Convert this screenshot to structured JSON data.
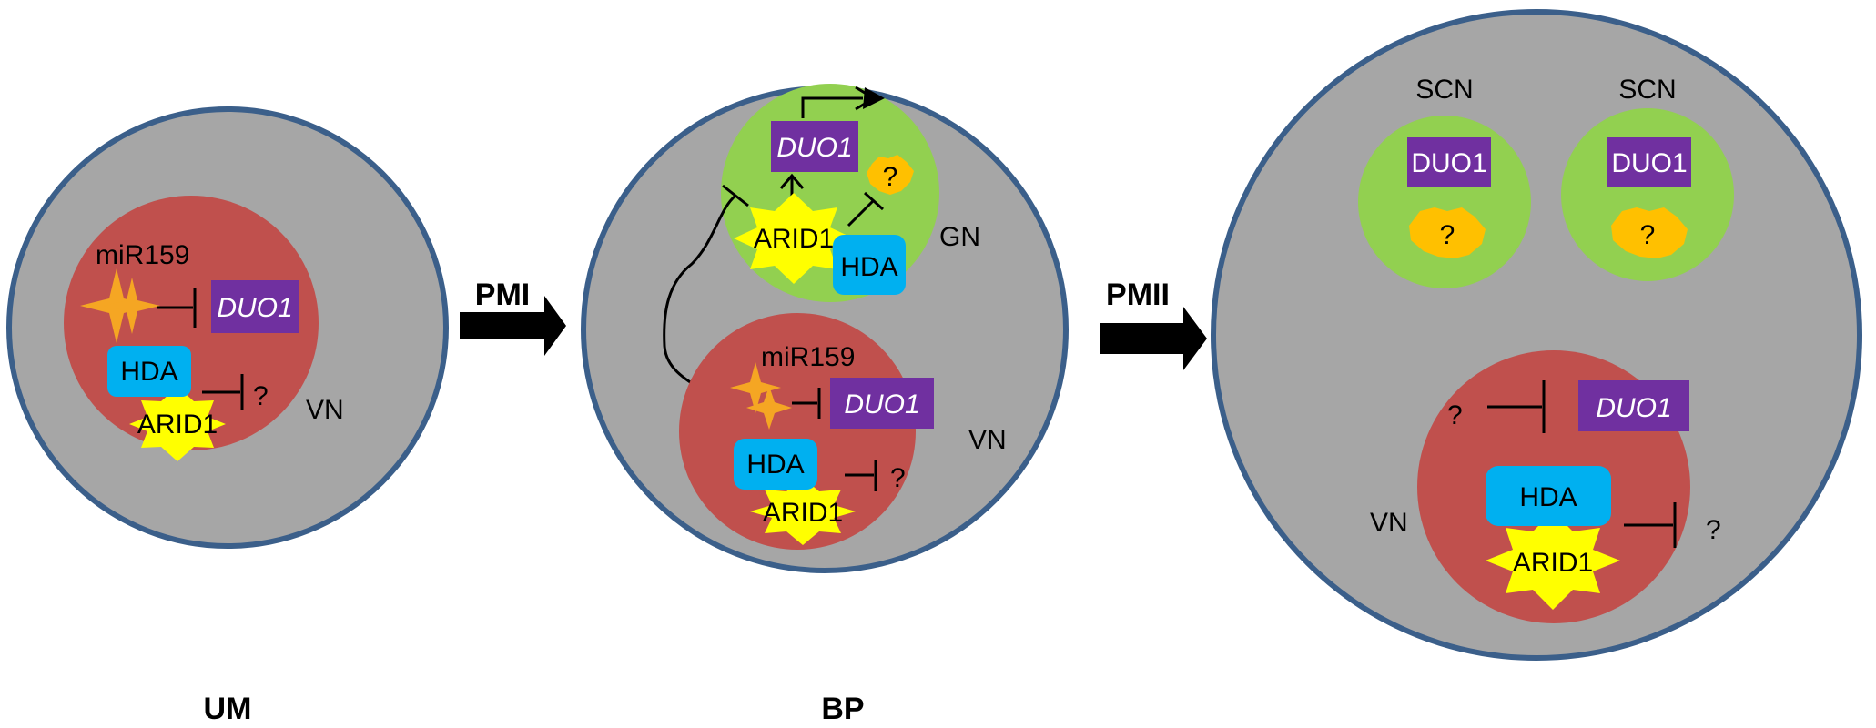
{
  "colors": {
    "cell_fill": "#a6a6a6",
    "cell_stroke": "#3b5f8a",
    "vn_fill": "#c0504d",
    "gn_fill": "#92d050",
    "duo1_fill": "#7030a0",
    "hda_fill": "#00b0f0",
    "arid1_fill": "#ffff00",
    "mir_fill": "#f5a623",
    "unknown_fill": "#ffc000"
  },
  "stages": {
    "um": "UM",
    "bp": "BP",
    "pmi": "PMI",
    "pmii": "PMII"
  },
  "labels": {
    "mir159": "miR159",
    "duo1": "DUO1",
    "hda": "HDA",
    "arid1": "ARID1",
    "q": "?",
    "vn": "VN",
    "gn": "GN",
    "scn": "SCN"
  }
}
